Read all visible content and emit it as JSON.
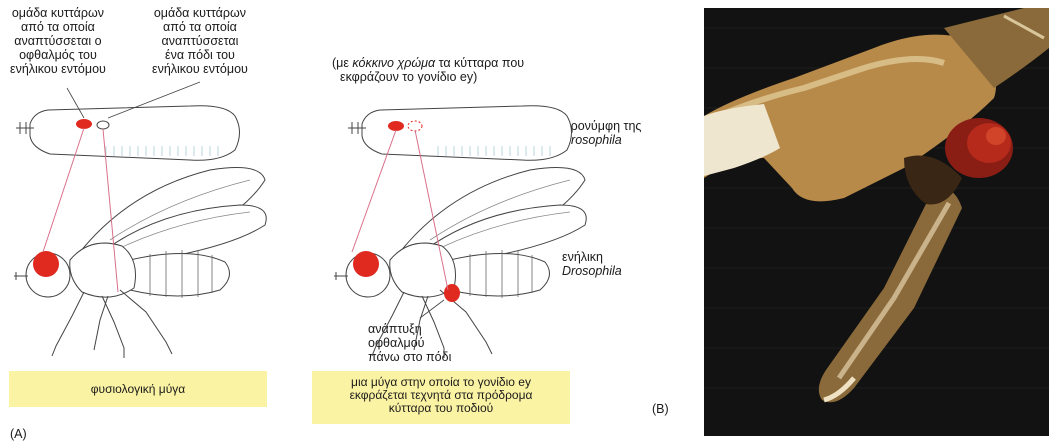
{
  "panel_a": {
    "label": "(A)",
    "eye_cells_label": [
      "ομάδα κυττάρων",
      "από τα οποία",
      "αναπτύσσεται ο",
      "οφθαλμός του",
      "ενήλικου εντόμου"
    ],
    "leg_cells_label": [
      "ομάδα κυττάρων",
      "από τα οποία",
      "αναπτύσσεται",
      "ένα πόδι του",
      "ενήλικου εντόμου"
    ],
    "expression_note": {
      "line1_prefix": "(με ",
      "line1_italic": "κόκκινο χρώμα",
      "line1_suffix": " τα κύτταρα που",
      "line2": "εκφράζουν το γονίδιο ey)"
    },
    "larva_label": {
      "line1": "προνύμφη της",
      "line2": "Drosophila"
    },
    "adult_label": {
      "line1": "ενήλικη",
      "line2": "Drosophila"
    },
    "ectopic_eye_label": [
      "ανάπτυξη",
      "οφθαλμού",
      "πάνω στο πόδι"
    ],
    "normal_caption": "φυσιολογική μύγα",
    "mutant_caption": [
      "μια μύγα στην οποία το γονίδιο ey",
      "εκφράζεται τεχνητά στα πρόδρομα",
      "κύτταρα του ποδιού"
    ]
  },
  "panel_b": {
    "label": "(B)"
  },
  "colors": {
    "eye_red": "#e0291f",
    "caption_bg": "#fbf3a4",
    "pink_line": "#d9708a",
    "photo_bg": "#121212"
  }
}
